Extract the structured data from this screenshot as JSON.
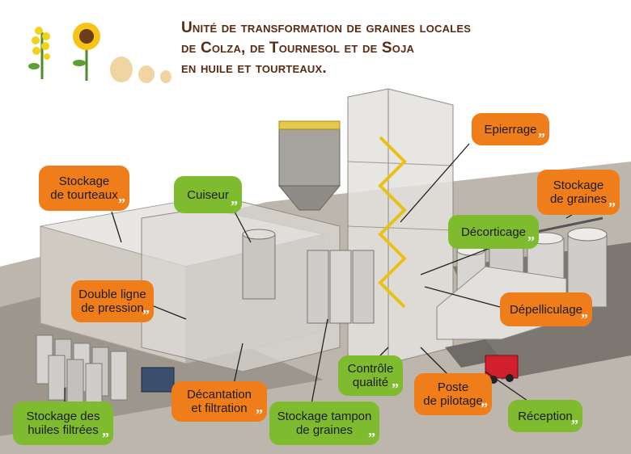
{
  "title": {
    "line1": "Unité de transformation de graines locales",
    "line2": "de Colza, de Tournesol et de Soja",
    "line3": "en huile et tourteaux."
  },
  "colors": {
    "title": "#5a2a12",
    "orange_label": "#ef7d1a",
    "green_label": "#7fbb2f",
    "leader_line": "#222222"
  },
  "labels": {
    "stockage_tourteaux": "Stockage\nde tourteaux",
    "cuiseur": "Cuiseur",
    "epierrage": "Epierrage",
    "stockage_graines": "Stockage\nde graines",
    "decorticage": "Décorticage",
    "double_ligne": "Double ligne\nde pression",
    "depelliculage": "Dépelliculage",
    "controle_qualite": "Contrôle\nqualité",
    "poste_pilotage": "Poste\nde pilotage",
    "decantation": "Décantation\net filtration",
    "stockage_tampon": "Stockage tampon\nde graines",
    "stockage_huiles": "Stockage des\nhuiles filtrées",
    "reception": "Réception"
  },
  "icons": [
    "rapeseed-flower-icon",
    "sunflower-icon",
    "soybean-icon"
  ]
}
